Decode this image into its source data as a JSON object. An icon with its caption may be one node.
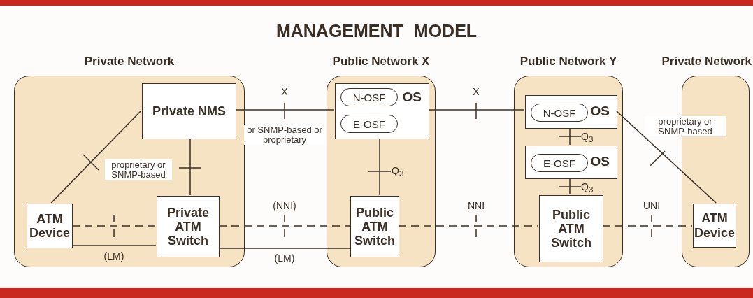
{
  "diagram": {
    "title": "MANAGEMENT MODEL",
    "nodes": [
      {
        "text": [
          "Private Network"
        ]
      },
      {
        "text": [
          "Private NMS"
        ],
        "in": 0
      },
      {
        "text": [
          "ATM Device"
        ],
        "in": 0
      },
      {
        "text": [
          "Private ATM Switch"
        ],
        "in": 0
      },
      {
        "text": [
          "Public Network X"
        ]
      },
      {
        "text": [
          "OS"
        ],
        "in": 4
      },
      {
        "text": [
          "N-OSF"
        ],
        "in": 5
      },
      {
        "text": [
          "E-OSF"
        ],
        "in": 5
      },
      {
        "text": [
          "Public ATM Switch"
        ],
        "in": 4
      },
      {
        "text": [
          "Public Network Y"
        ]
      },
      {
        "text": [
          "OS"
        ],
        "in": 9
      },
      {
        "text": [
          "N-OSF"
        ],
        "in": 10
      },
      {
        "text": [
          "OS"
        ],
        "in": 9
      },
      {
        "text": [
          "E-OSF"
        ],
        "in": 12
      },
      {
        "text": [
          "Public ATM Switch"
        ],
        "in": 9
      },
      {
        "text": [
          "Private Network"
        ]
      },
      {
        "text": [
          "ATM Device"
        ],
        "in": 15
      }
    ],
    "edges": [
      {
        "from": 1,
        "to": 2,
        "arrow": "none"
      },
      {
        "from": 1,
        "to": 3,
        "arrow": "none"
      },
      {
        "from": 2,
        "to": 3,
        "arrow": "none",
        "style": "dashed"
      },
      {
        "from": 2,
        "to": 3,
        "arrow": "none",
        "label": "(LM)"
      },
      {
        "from": 1,
        "to": 5,
        "arrow": "none",
        "label": "X"
      },
      {
        "from": 3,
        "to": 8,
        "arrow": "none",
        "style": "dashed",
        "label": "(NNI)"
      },
      {
        "from": 3,
        "to": 8,
        "arrow": "none",
        "label": "(LM)"
      },
      {
        "from": 5,
        "to": 8,
        "arrow": "none",
        "label": "Q$_{3}$"
      },
      {
        "from": 5,
        "to": 10,
        "arrow": "none",
        "label": "X"
      },
      {
        "from": 8,
        "to": 14,
        "arrow": "none",
        "style": "dashed",
        "label": "NNI"
      },
      {
        "from": 10,
        "to": 12,
        "arrow": "none",
        "label": "Q$_{3}$"
      },
      {
        "from": 12,
        "to": 14,
        "arrow": "none",
        "label": "Q$_{3}$"
      },
      {
        "from": 10,
        "to": 16,
        "arrow": "none"
      },
      {
        "from": 14,
        "to": 16,
        "arrow": "none",
        "style": "dashed",
        "label": "UNI"
      }
    ],
    "labels": [
      "proprietary or SNMP-based",
      "or SNMP-based or proprietary",
      "proprietary or SNMP-based"
    ]
  }
}
